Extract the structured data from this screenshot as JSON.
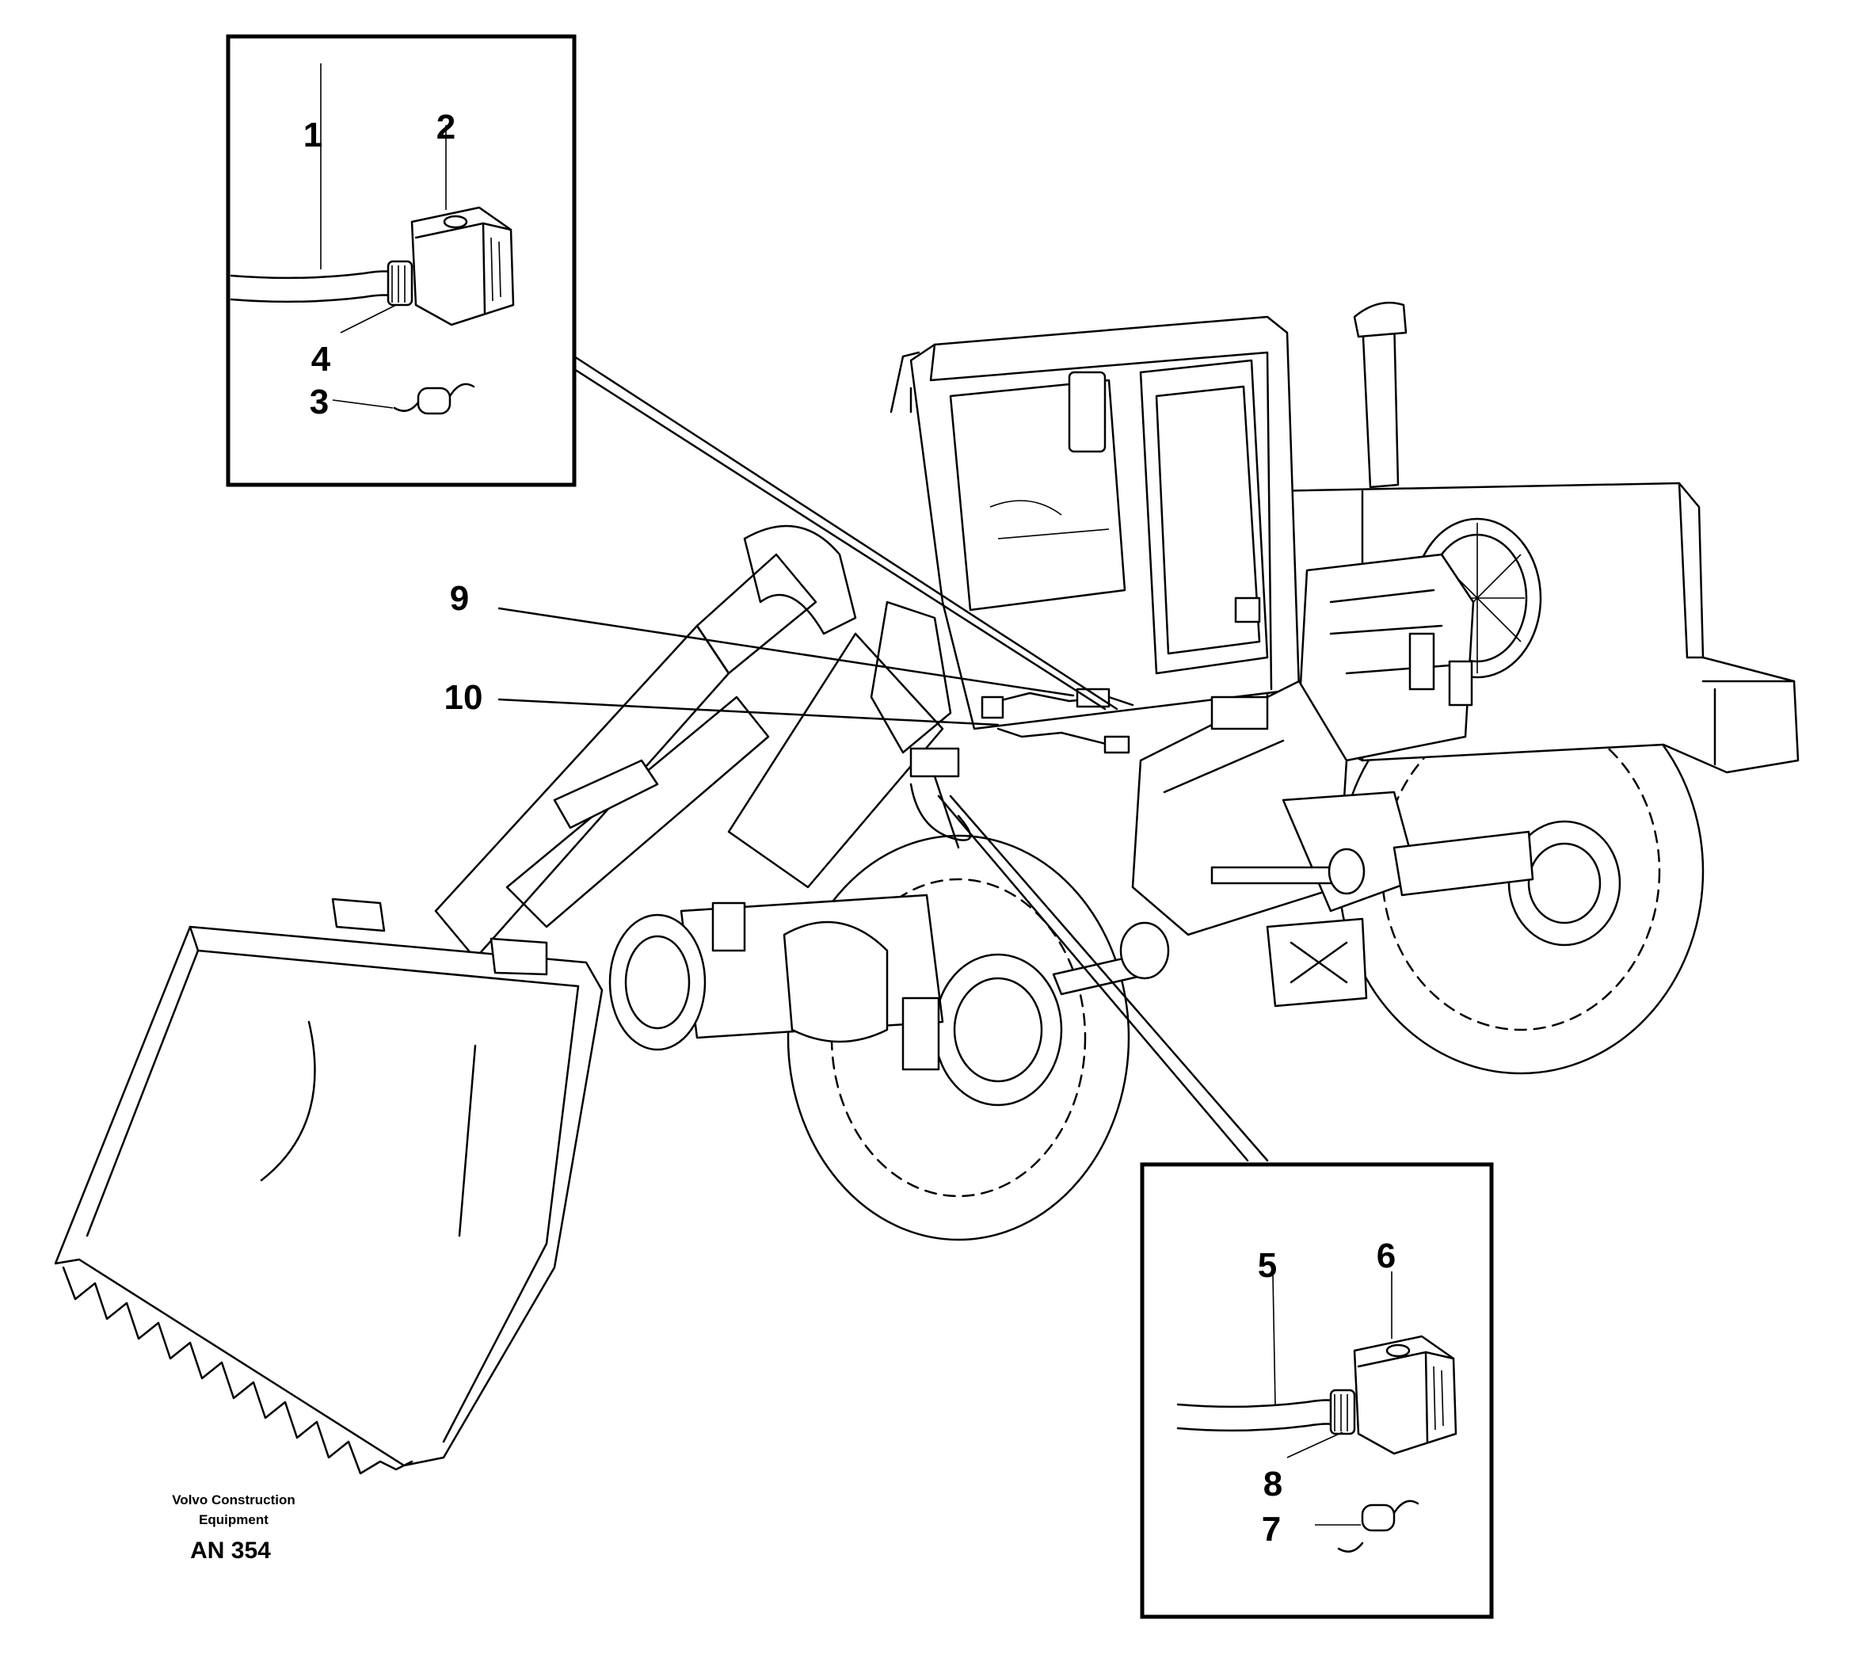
{
  "diagram": {
    "callouts": {
      "c1": "1",
      "c2": "2",
      "c3": "3",
      "c4": "4",
      "c5": "5",
      "c6": "6",
      "c7": "7",
      "c8": "8",
      "c9": "9",
      "c10": "10"
    },
    "caption": {
      "line1": "Volvo Construction",
      "line2": "Equipment",
      "code": "AN 354"
    }
  }
}
